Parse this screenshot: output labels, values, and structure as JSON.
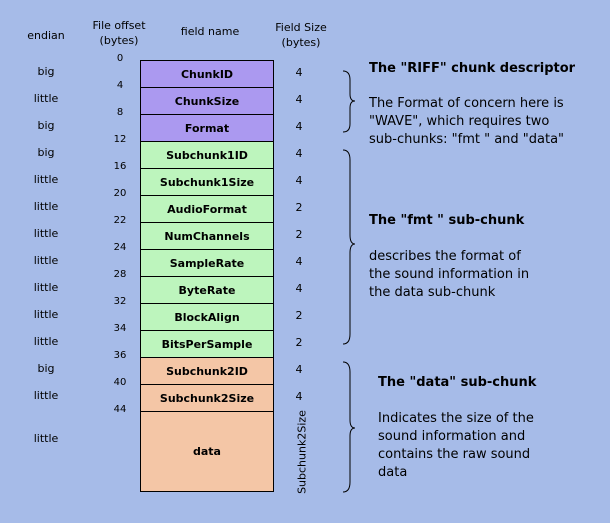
{
  "headers": {
    "endian": "endian",
    "offset_line1": "File offset",
    "offset_line2": "(bytes)",
    "field_name": "field name",
    "size_line1": "Field Size",
    "size_line2": "(bytes)"
  },
  "colors": {
    "background": "#a6bbe8",
    "riff": "#ab99f0",
    "fmt": "#bdf5bd",
    "data": "#f4c6a6"
  },
  "fields": [
    {
      "offset": "0",
      "endian": "big",
      "name": "ChunkID",
      "size": "4",
      "chunk": "riff"
    },
    {
      "offset": "4",
      "endian": "little",
      "name": "ChunkSize",
      "size": "4",
      "chunk": "riff"
    },
    {
      "offset": "8",
      "endian": "big",
      "name": "Format",
      "size": "4",
      "chunk": "riff"
    },
    {
      "offset": "12",
      "endian": "big",
      "name": "Subchunk1ID",
      "size": "4",
      "chunk": "fmt"
    },
    {
      "offset": "16",
      "endian": "little",
      "name": "Subchunk1Size",
      "size": "4",
      "chunk": "fmt"
    },
    {
      "offset": "20",
      "endian": "little",
      "name": "AudioFormat",
      "size": "2",
      "chunk": "fmt"
    },
    {
      "offset": "22",
      "endian": "little",
      "name": "NumChannels",
      "size": "2",
      "chunk": "fmt"
    },
    {
      "offset": "24",
      "endian": "little",
      "name": "SampleRate",
      "size": "4",
      "chunk": "fmt"
    },
    {
      "offset": "28",
      "endian": "little",
      "name": "ByteRate",
      "size": "4",
      "chunk": "fmt"
    },
    {
      "offset": "32",
      "endian": "little",
      "name": "BlockAlign",
      "size": "2",
      "chunk": "fmt"
    },
    {
      "offset": "34",
      "endian": "little",
      "name": "BitsPerSample",
      "size": "2",
      "chunk": "fmt"
    },
    {
      "offset": "36",
      "endian": "big",
      "name": "Subchunk2ID",
      "size": "4",
      "chunk": "data"
    },
    {
      "offset": "40",
      "endian": "little",
      "name": "Subchunk2Size",
      "size": "4",
      "chunk": "data"
    },
    {
      "offset": "44",
      "endian": "little",
      "name": "data",
      "size": "Subchunk2Size",
      "chunk": "data"
    }
  ],
  "chunks": {
    "riff": {
      "title": "The \"RIFF\" chunk descriptor",
      "desc": [
        "The Format of concern here is",
        "\"WAVE\", which requires two",
        "sub-chunks: \"fmt \" and \"data\""
      ]
    },
    "fmt": {
      "title": "The \"fmt \" sub-chunk",
      "desc": [
        "describes the format of",
        "the sound information in",
        "the data sub-chunk"
      ]
    },
    "data": {
      "title": "The \"data\" sub-chunk",
      "desc": [
        "Indicates the size of the",
        "sound information and",
        "contains the raw sound",
        "data"
      ]
    }
  }
}
